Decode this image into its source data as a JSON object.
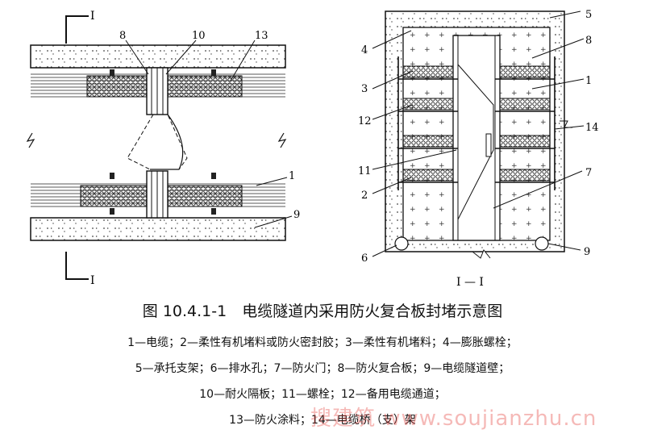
{
  "section_mark": "I",
  "section_title": "I — I",
  "callouts_left": [
    "8",
    "10",
    "13",
    "1",
    "9"
  ],
  "callouts_right": [
    "5",
    "4",
    "8",
    "3",
    "1",
    "12",
    "14",
    "11",
    "7",
    "2",
    "6",
    "9"
  ],
  "caption": "图 10.4.1-1　电缆隧道内采用防火复合板封堵示意图",
  "legend_lines": [
    "1—电缆；2—柔性有机堵料或防火密封胶；3—柔性有机堵料；4—膨胀螺栓；",
    "5—承托支架；6—排水孔；7—防火门；8—防火复合板；9—电缆隧道壁；",
    "10—耐火隔板；11—螺栓；12—备用电缆通道；",
    "13—防火涂料；14—电缆桥（支）架"
  ],
  "watermark": "搜建筑 www.soujianzhu.cn"
}
